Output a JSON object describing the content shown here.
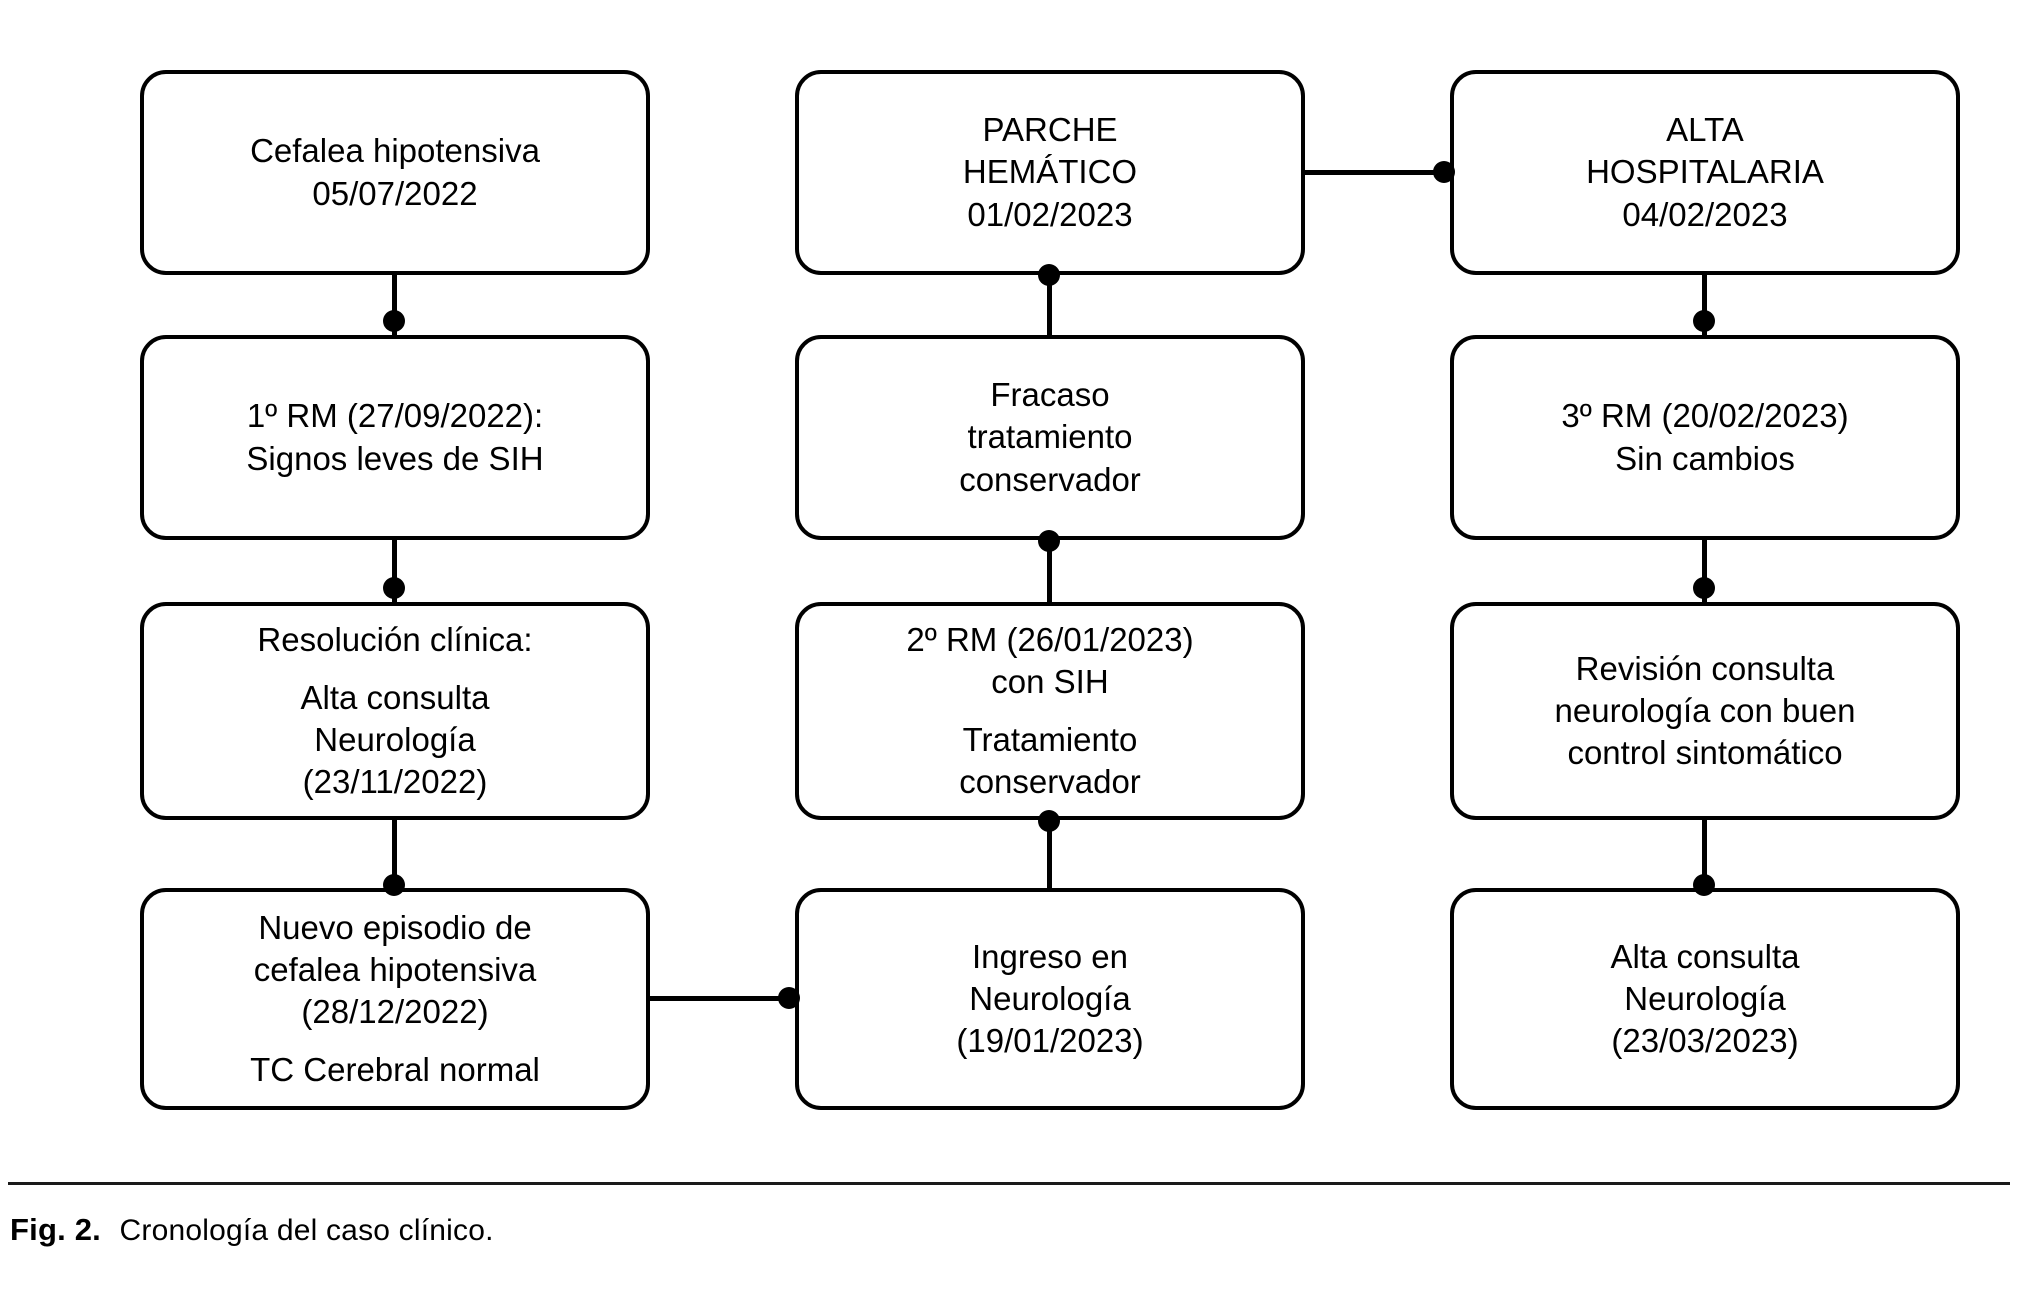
{
  "figure": {
    "label": "Fig. 2.",
    "caption": "Cronología del caso clínico."
  },
  "columns": [
    {
      "id": "column-1",
      "nodes": [
        {
          "id": "cefalea-hipotensiva",
          "lines": [
            "Cefalea hipotensiva",
            "05/07/2022"
          ]
        },
        {
          "id": "primera-rm",
          "lines": [
            "1º RM (27/09/2022):",
            "Signos leves de SIH"
          ]
        },
        {
          "id": "resolucion-clinica",
          "lines": [
            "Resolución clínica:",
            "",
            "Alta consulta",
            "Neurología",
            "(23/11/2022)"
          ]
        },
        {
          "id": "nuevo-episodio",
          "lines": [
            "Nuevo episodio de",
            "cefalea hipotensiva",
            "(28/12/2022)",
            "",
            "TC Cerebral normal"
          ]
        }
      ]
    },
    {
      "id": "column-2",
      "nodes": [
        {
          "id": "parche-hematico",
          "lines": [
            "PARCHE",
            "HEMÁTICO",
            "01/02/2023"
          ]
        },
        {
          "id": "fracaso-tratamiento",
          "lines": [
            "Fracaso",
            "tratamiento",
            "conservador"
          ]
        },
        {
          "id": "segunda-rm",
          "lines": [
            "2º RM (26/01/2023)",
            "con SIH",
            "",
            "Tratamiento",
            "conservador"
          ]
        },
        {
          "id": "ingreso-neurologia",
          "lines": [
            "Ingreso en",
            "Neurología",
            "(19/01/2023)"
          ]
        }
      ]
    },
    {
      "id": "column-3",
      "nodes": [
        {
          "id": "alta-hospitalaria",
          "lines": [
            "ALTA",
            "HOSPITALARIA",
            "04/02/2023"
          ]
        },
        {
          "id": "tercera-rm",
          "lines": [
            "3º RM (20/02/2023)",
            "Sin cambios"
          ]
        },
        {
          "id": "revision-consulta",
          "lines": [
            "Revisión consulta",
            "neurología con buen",
            "control sintomático"
          ]
        },
        {
          "id": "alta-consulta",
          "lines": [
            "Alta consulta",
            "Neurología",
            "(23/03/2023)"
          ]
        }
      ]
    }
  ],
  "flow": {
    "direction_notes": "Column 1 flows downward; bottom of column 1 links right to bottom of column 2; column 2 flows upward; top of column 2 links right to top of column 3; column 3 flows downward.",
    "connector_style": "line-with-filled-circle-endpoint"
  },
  "colors": {
    "stroke": "#000000",
    "background": "#ffffff",
    "caption_rule": "#1a1a1a"
  }
}
